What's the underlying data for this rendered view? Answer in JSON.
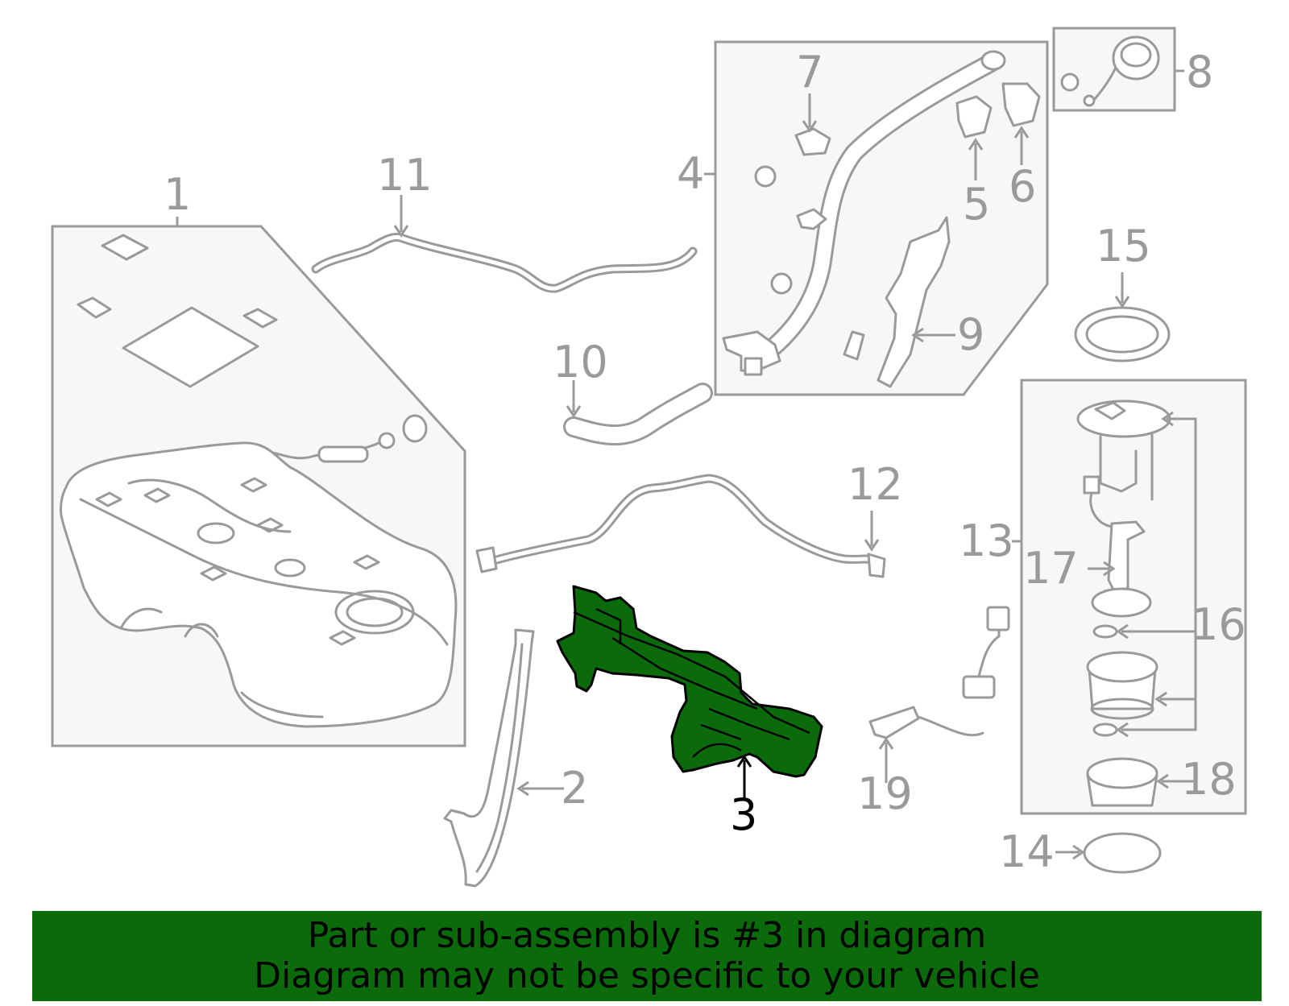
{
  "callouts": {
    "c1": "1",
    "c2": "2",
    "c3": "3",
    "c4": "4",
    "c5": "5",
    "c6": "6",
    "c7": "7",
    "c8": "8",
    "c9": "9",
    "c10": "10",
    "c11": "11",
    "c12": "12",
    "c13": "13",
    "c14": "14",
    "c15": "15",
    "c16": "16",
    "c17": "17",
    "c18": "18",
    "c19": "19"
  },
  "highlighted_part": "3",
  "colors": {
    "banner_bg": "#0b6b0b",
    "banner_text": "#000000",
    "highlight_fill": "#0b6b0b",
    "line_gray": "#9a9a9a"
  },
  "banner": {
    "line1": "Part or sub-assembly is #3 in diagram",
    "line2": "Diagram may not be specific to your vehicle"
  }
}
